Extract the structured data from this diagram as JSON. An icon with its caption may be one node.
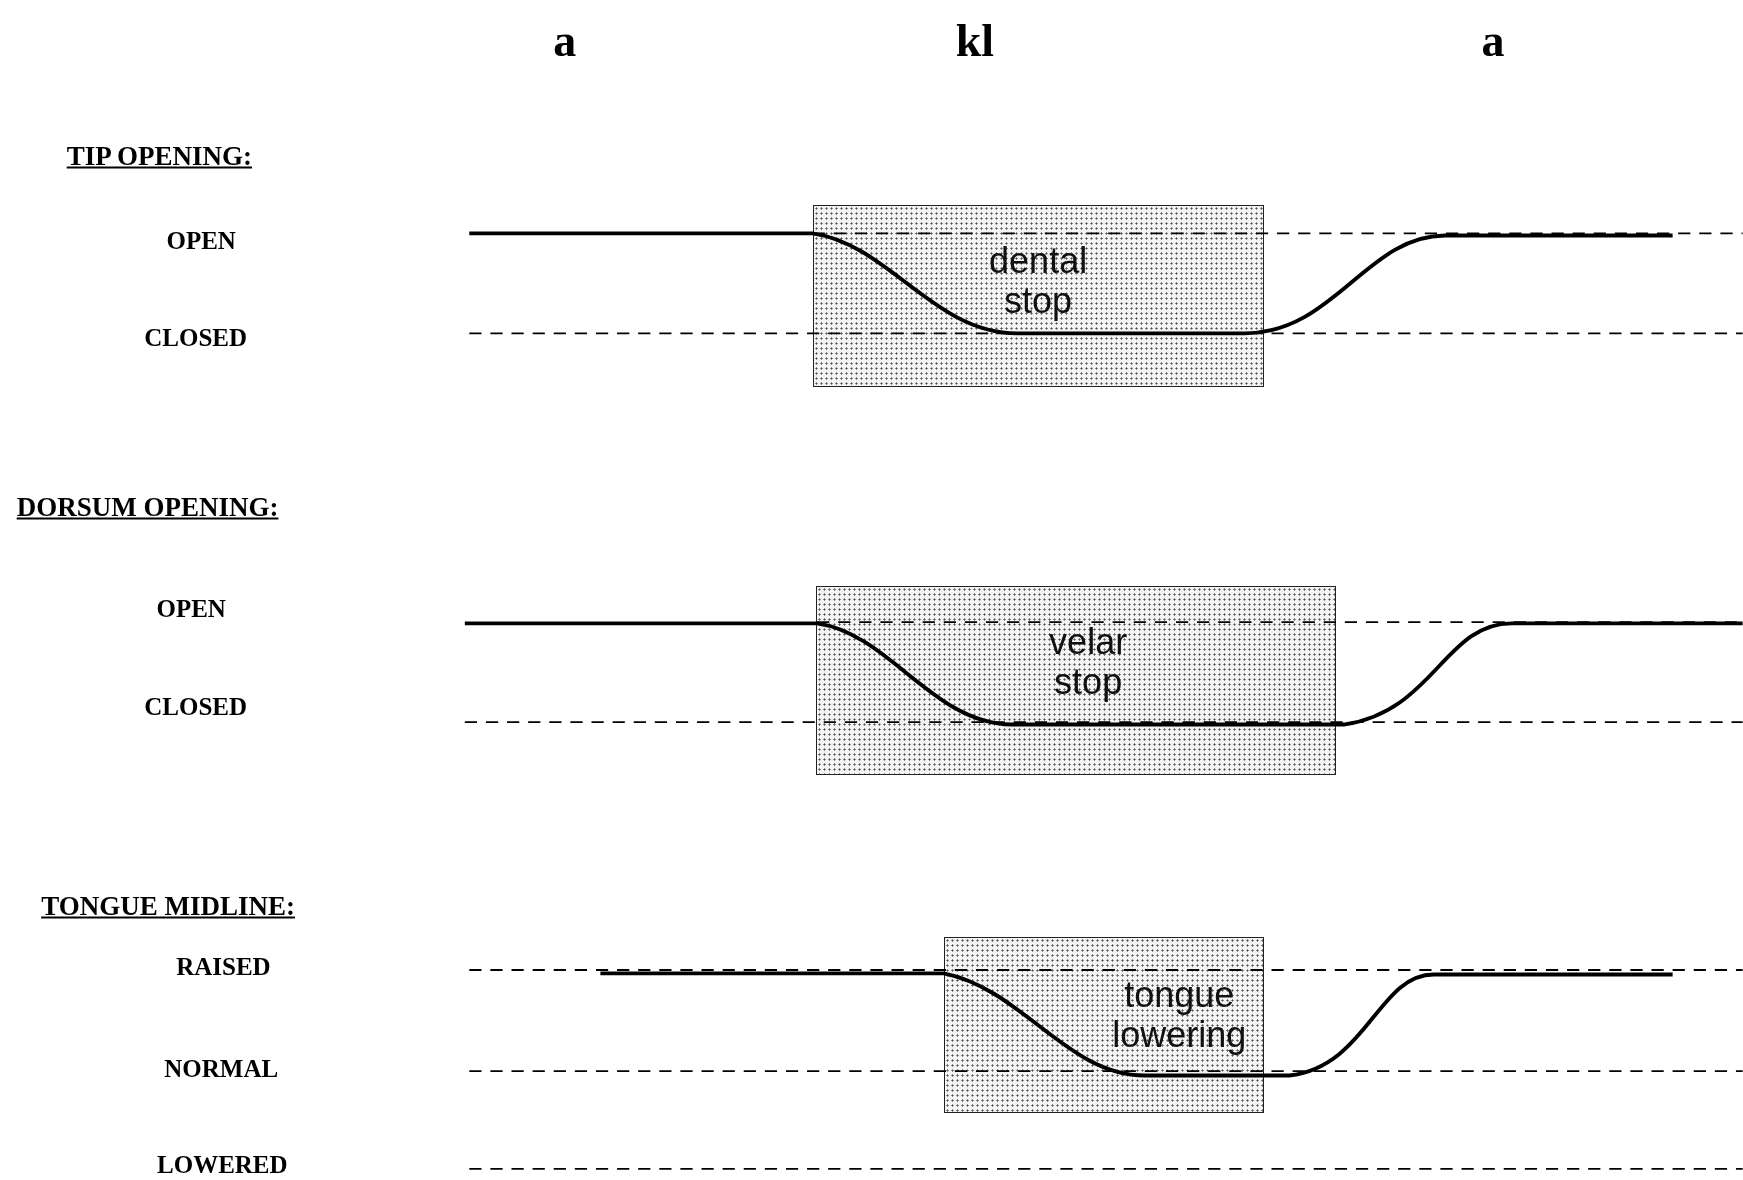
{
  "diagram": {
    "nodes": [
      {
        "text": [
          "dental stop"
        ]
      },
      {
        "text": [
          "velar stop"
        ]
      },
      {
        "text": [
          "tongue lowering"
        ]
      }
    ],
    "edges": [],
    "labels": [
      "a",
      "kl",
      "a",
      "TIP OPENING:",
      "OPEN",
      "CLOSED",
      "DORSUM OPENING:",
      "OPEN",
      "CLOSED",
      "TONGUE MIDLINE:",
      "RAISED",
      "NORMAL",
      "LOWERED"
    ]
  }
}
